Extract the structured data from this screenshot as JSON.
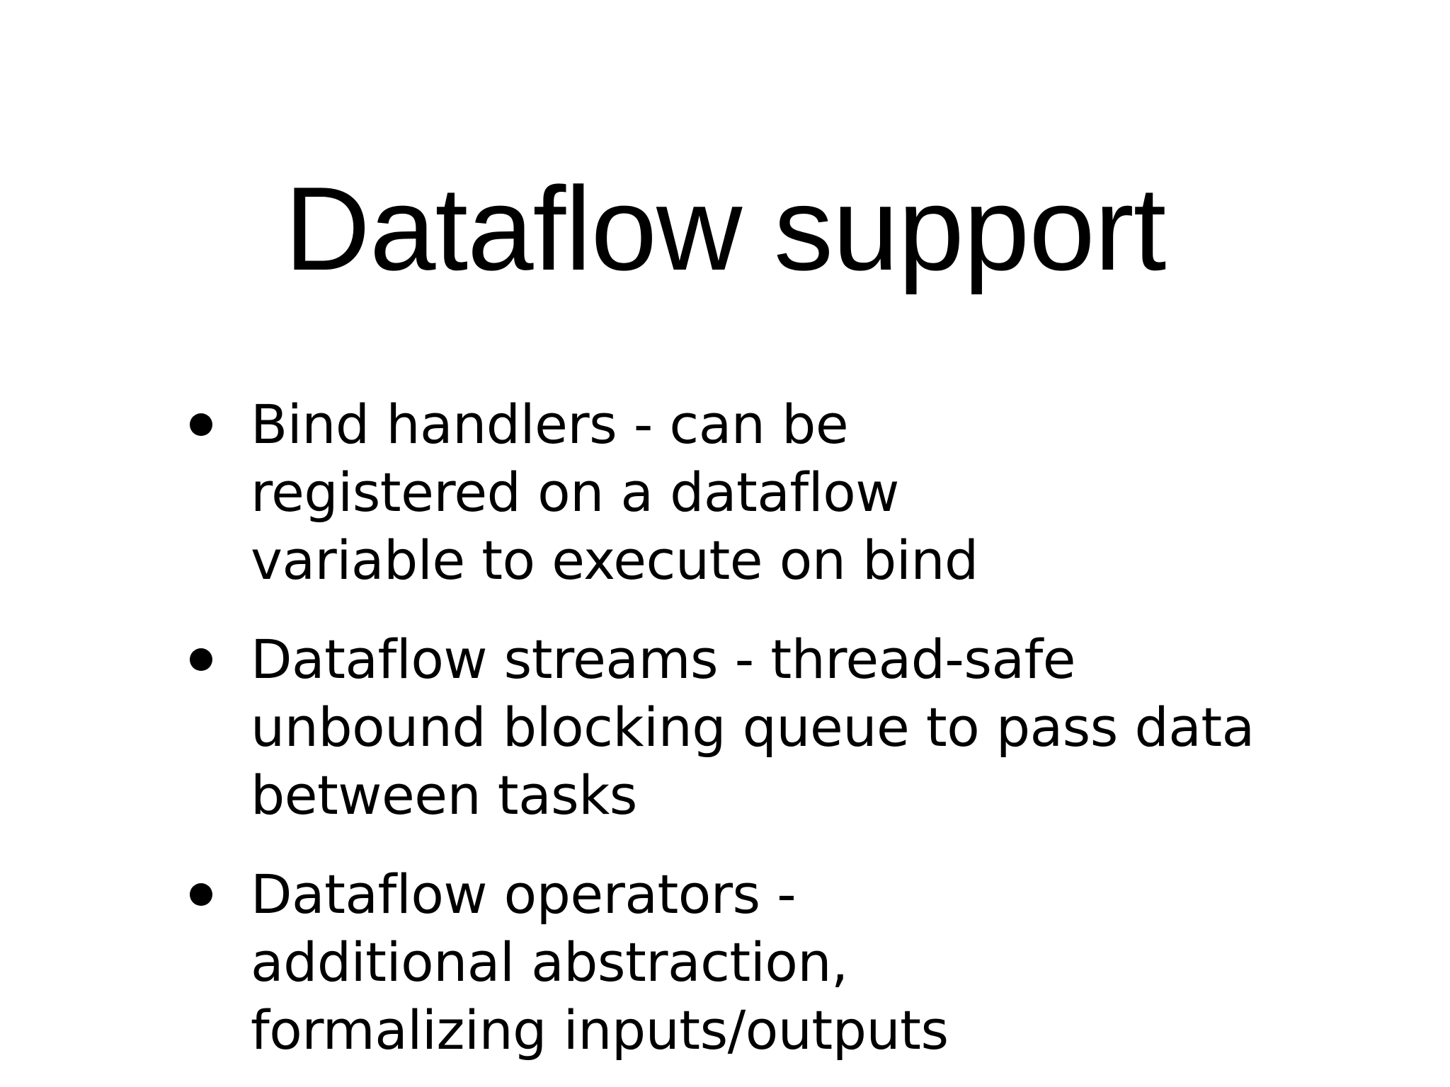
{
  "slide": {
    "background_color": "#ffffff",
    "text_color": "#000000",
    "title": "Dataflow support",
    "bullets": [
      {
        "marker": "bullet-dot",
        "text": "Bind handlers - can be registered on a dataflow variable to execute on bind"
      },
      {
        "marker": "bullet-dot",
        "text": "Dataflow streams - thread-safe unbound blocking queue to pass data between tasks"
      },
      {
        "marker": "bullet-dot",
        "text": "Dataflow operators - additional abstraction, formalizing inputs/outputs"
      }
    ]
  }
}
